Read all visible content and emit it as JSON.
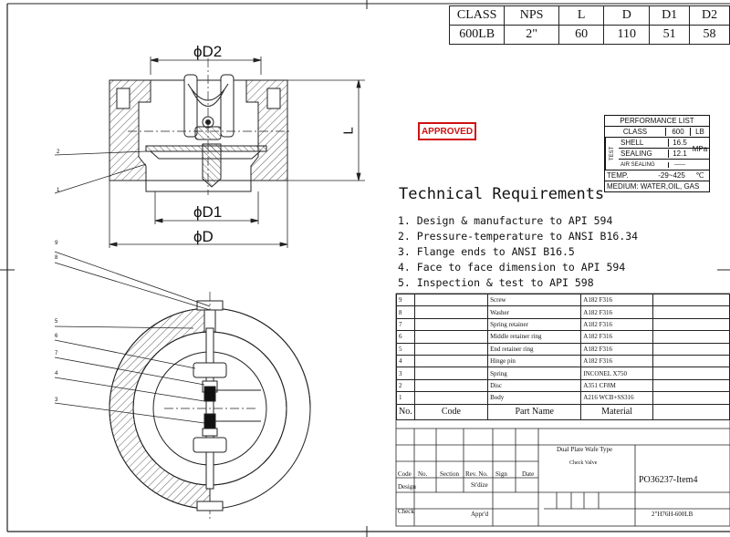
{
  "dimension_table": {
    "headers": [
      "CLASS",
      "NPS",
      "L",
      "D",
      "D1",
      "D2"
    ],
    "values": [
      "600LB",
      "2\"",
      "60",
      "110",
      "51",
      "58"
    ]
  },
  "stamp": {
    "label": "APPROVED",
    "color": "#d01010"
  },
  "performance_list": {
    "title": "PERFORMANCE LIST",
    "class_label": "CLASS",
    "class_value": "600",
    "class_unit": "LB",
    "test_label": "TEST",
    "shell_label": "SHELL",
    "shell_value": "16.5",
    "sealing_label": "SEALING",
    "sealing_value": "12.1",
    "pressure_unit": "MPa",
    "air_label": "AIR SEALING",
    "air_value": "——",
    "temp_label": "TEMP.",
    "temp_value": "-29~425",
    "temp_unit": "℃",
    "medium": "MEDIUM: WATER,OIL, GAS"
  },
  "technical_requirements": {
    "title": "Technical Requirements",
    "items": [
      "1. Design & manufacture to API 594",
      "2. Pressure-temperature to ANSI B16.34",
      "3. Flange ends to ANSI B16.5",
      "4. Face to face dimension to API 594",
      "5. Inspection & test to API 598"
    ]
  },
  "drawing_labels": {
    "d2": "ϕD2",
    "d1": "ϕD1",
    "d": "ϕD",
    "l": "L",
    "upper_callouts": [
      "2",
      "1"
    ],
    "lower_callouts": [
      "9",
      "8",
      "5",
      "6",
      "7",
      "4",
      "3"
    ]
  },
  "bom": {
    "rows": [
      {
        "no": "9",
        "part": "Screw",
        "material": "A182 F316"
      },
      {
        "no": "8",
        "part": "Washer",
        "material": "A182 F316"
      },
      {
        "no": "7",
        "part": "Spring retainer",
        "material": "A182 F316"
      },
      {
        "no": "6",
        "part": "Middle retainer ring",
        "material": "A182 F316"
      },
      {
        "no": "5",
        "part": "End retainer ring",
        "material": "A182 F316"
      },
      {
        "no": "4",
        "part": "Hinge pin",
        "material": "A182 F316"
      },
      {
        "no": "3",
        "part": "Spring",
        "material": "INCONEL X750"
      },
      {
        "no": "2",
        "part": "Disc",
        "material": "A351 CF8M"
      },
      {
        "no": "1",
        "part": "Body",
        "material": "A216 WCB+SS316"
      }
    ],
    "header": {
      "no": "No.",
      "code": "Code",
      "part": "Part Name",
      "material": "Material"
    }
  },
  "title_block": {
    "product": "Dual Plate Wafe Type",
    "product_sub": "Check Valve",
    "drawing_no": "PO36237-Item4",
    "spec": "2\"H76H-600LB",
    "cols": [
      "Code",
      "No.",
      "Section",
      "Rev. No.",
      "Sign",
      "Date"
    ],
    "design": "Design",
    "check": "Check",
    "stdize": "St'dize",
    "apprd": "Appr'd"
  }
}
